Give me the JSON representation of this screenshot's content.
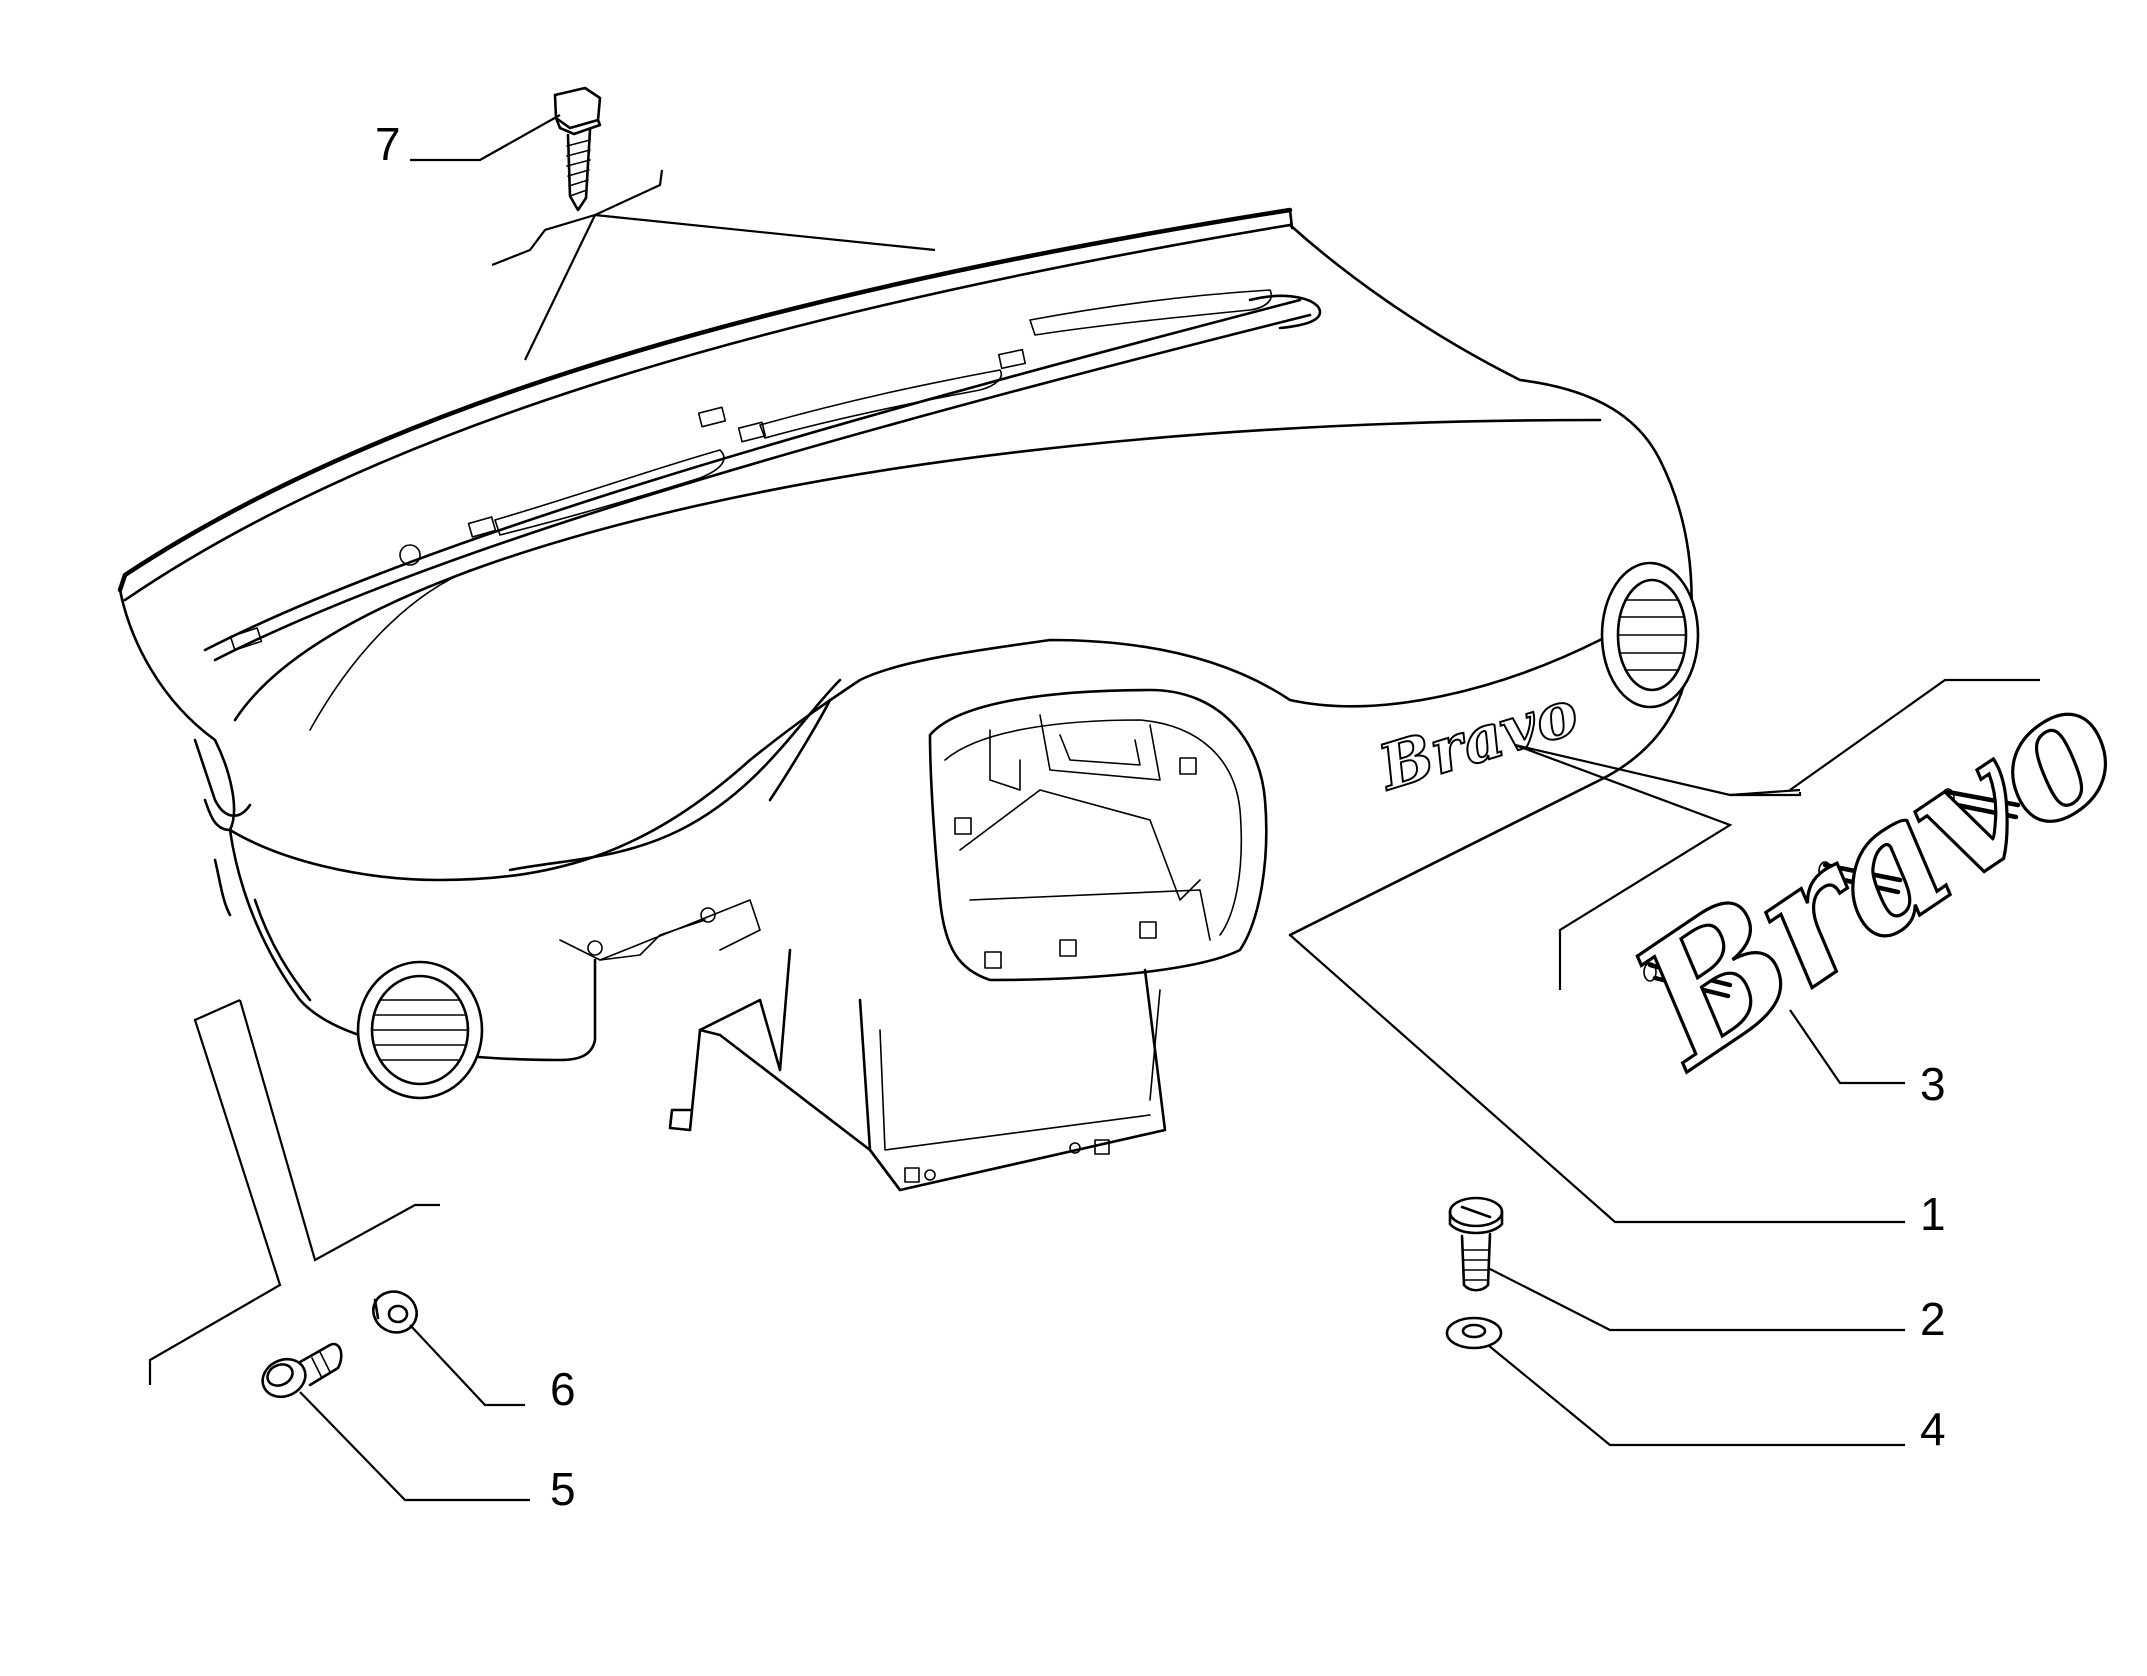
{
  "callouts": [
    {
      "id": "7",
      "label": "7"
    },
    {
      "id": "3",
      "label": "3"
    },
    {
      "id": "1",
      "label": "1"
    },
    {
      "id": "2",
      "label": "2"
    },
    {
      "id": "4",
      "label": "4"
    },
    {
      "id": "6",
      "label": "6"
    },
    {
      "id": "5",
      "label": "5"
    }
  ],
  "logo": {
    "text": "Bravo"
  }
}
